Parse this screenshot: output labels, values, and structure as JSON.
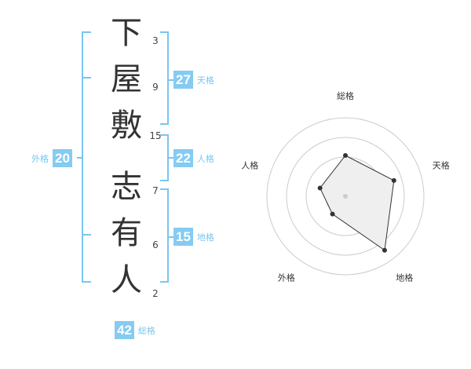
{
  "name": {
    "characters": [
      {
        "char": "下",
        "strokes": "3"
      },
      {
        "char": "屋",
        "strokes": "9"
      },
      {
        "char": "敷",
        "strokes": "15"
      },
      {
        "char": "志",
        "strokes": "7"
      },
      {
        "char": "有",
        "strokes": "6"
      },
      {
        "char": "人",
        "strokes": "2"
      }
    ]
  },
  "scores": {
    "tenkaku": {
      "value": "27",
      "label": "天格"
    },
    "jinkaku": {
      "value": "22",
      "label": "人格"
    },
    "chikaku": {
      "value": "15",
      "label": "地格"
    },
    "gaikaku": {
      "value": "20",
      "label": "外格"
    },
    "soukaku": {
      "value": "42",
      "label": "総格"
    }
  },
  "chart_data": {
    "type": "radar",
    "axes": [
      "総格",
      "天格",
      "地格",
      "外格",
      "人格"
    ],
    "values": [
      0.52,
      0.65,
      0.85,
      0.28,
      0.34
    ],
    "rings": 4,
    "colors": {
      "fill": "#efefef",
      "line": "#333333",
      "ring": "#cccccc",
      "dot": "#333333"
    }
  },
  "colors": {
    "accent": "#79c6f0",
    "score_bg": "#85cbf2"
  }
}
